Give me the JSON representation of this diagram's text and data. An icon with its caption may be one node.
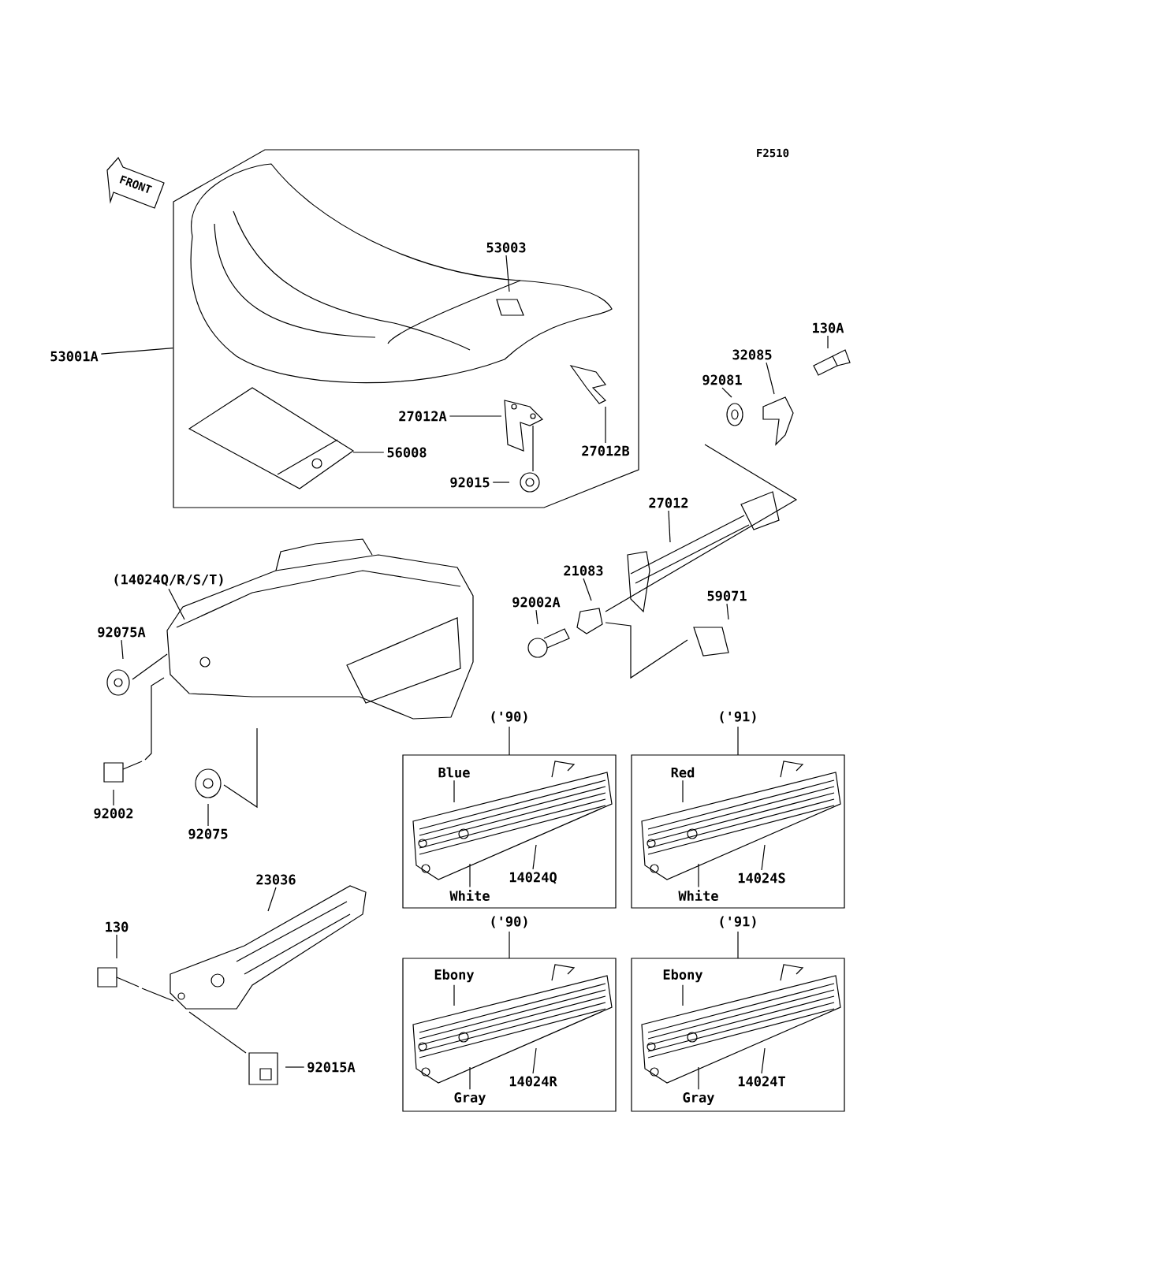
{
  "diagram": {
    "nodes": [
      {
        "text": [],
        "shape": "box"
      },
      {
        "text": [
          "53003"
        ],
        "in": 0
      },
      {
        "text": [
          "27012A"
        ],
        "in": 0
      },
      {
        "text": [
          "27012B"
        ],
        "in": 0
      },
      {
        "text": [
          "56008"
        ],
        "in": 0
      },
      {
        "text": [
          "92015"
        ],
        "in": 0
      },
      {
        "text": [
          "53001A"
        ]
      },
      {
        "text": [
          "130A"
        ]
      },
      {
        "text": [
          "32085"
        ]
      },
      {
        "text": [
          "92081"
        ]
      },
      {
        "text": [
          "27012"
        ]
      },
      {
        "text": [
          "21083"
        ]
      },
      {
        "text": [
          "92002A"
        ]
      },
      {
        "text": [
          "59071"
        ]
      },
      {
        "text": [
          "(14024Q/R/S/T)"
        ]
      },
      {
        "text": [
          "92075A"
        ]
      },
      {
        "text": [
          "92002"
        ]
      },
      {
        "text": [
          "92075"
        ]
      },
      {
        "text": [
          "23036"
        ]
      },
      {
        "text": [
          "130"
        ]
      },
      {
        "text": [
          "92015A"
        ]
      },
      {
        "text": [
          "('90)"
        ]
      },
      {
        "text": [
          "Blue"
        ],
        "in": 21
      },
      {
        "text": [
          "White"
        ],
        "in": 21
      },
      {
        "text": [
          "14024Q"
        ],
        "in": 21
      },
      {
        "text": [
          "('91)"
        ]
      },
      {
        "text": [
          "Red"
        ],
        "in": 25
      },
      {
        "text": [
          "White"
        ],
        "in": 25
      },
      {
        "text": [
          "14024S"
        ],
        "in": 25
      },
      {
        "text": [
          "('90)"
        ]
      },
      {
        "text": [
          "Ebony"
        ],
        "in": 29
      },
      {
        "text": [
          "Gray"
        ],
        "in": 29
      },
      {
        "text": [
          "14024R"
        ],
        "in": 29
      },
      {
        "text": [
          "('91)"
        ]
      },
      {
        "text": [
          "Ebony"
        ],
        "in": 33
      },
      {
        "text": [
          "Gray"
        ],
        "in": 33
      },
      {
        "text": [
          "14024T"
        ],
        "in": 33
      }
    ],
    "edges": [
      {
        "from": 6,
        "to": 0,
        "arrow": "none"
      },
      {
        "from": 1,
        "to": null,
        "arrow": "none"
      },
      {
        "from": 2,
        "to": null,
        "arrow": "none"
      },
      {
        "from": 3,
        "to": null,
        "arrow": "none"
      },
      {
        "from": 4,
        "to": null,
        "arrow": "none"
      },
      {
        "from": 5,
        "to": null,
        "arrow": "none"
      },
      {
        "from": 7,
        "to": null,
        "arrow": "none"
      },
      {
        "from": 8,
        "to": null,
        "arrow": "none"
      },
      {
        "from": 9,
        "to": null,
        "arrow": "none"
      },
      {
        "from": 10,
        "to": null,
        "arrow": "none"
      },
      {
        "from": 11,
        "to": null,
        "arrow": "none"
      },
      {
        "from": 12,
        "to": null,
        "arrow": "none"
      },
      {
        "from": 13,
        "to": null,
        "arrow": "none"
      },
      {
        "from": 14,
        "to": null,
        "arrow": "none"
      },
      {
        "from": 15,
        "to": null,
        "arrow": "none"
      },
      {
        "from": 16,
        "to": null,
        "arrow": "none"
      },
      {
        "from": 17,
        "to": null,
        "arrow": "none"
      },
      {
        "from": 18,
        "to": null,
        "arrow": "none"
      },
      {
        "from": 19,
        "to": null,
        "arrow": "none"
      },
      {
        "from": 20,
        "to": null,
        "arrow": "none"
      },
      {
        "from": 22,
        "to": null,
        "arrow": "none"
      },
      {
        "from": 23,
        "to": null,
        "arrow": "none"
      },
      {
        "from": 24,
        "to": null,
        "arrow": "none"
      },
      {
        "from": 26,
        "to": null,
        "arrow": "none"
      },
      {
        "from": 27,
        "to": null,
        "arrow": "none"
      },
      {
        "from": 28,
        "to": null,
        "arrow": "none"
      },
      {
        "from": 30,
        "to": null,
        "arrow": "none"
      },
      {
        "from": 31,
        "to": null,
        "arrow": "none"
      },
      {
        "from": 32,
        "to": null,
        "arrow": "none"
      },
      {
        "from": 34,
        "to": null,
        "arrow": "none"
      },
      {
        "from": 35,
        "to": null,
        "arrow": "none"
      },
      {
        "from": 36,
        "to": null,
        "arrow": "none"
      }
    ],
    "labels": [
      "F2510",
      "FRONT"
    ]
  }
}
